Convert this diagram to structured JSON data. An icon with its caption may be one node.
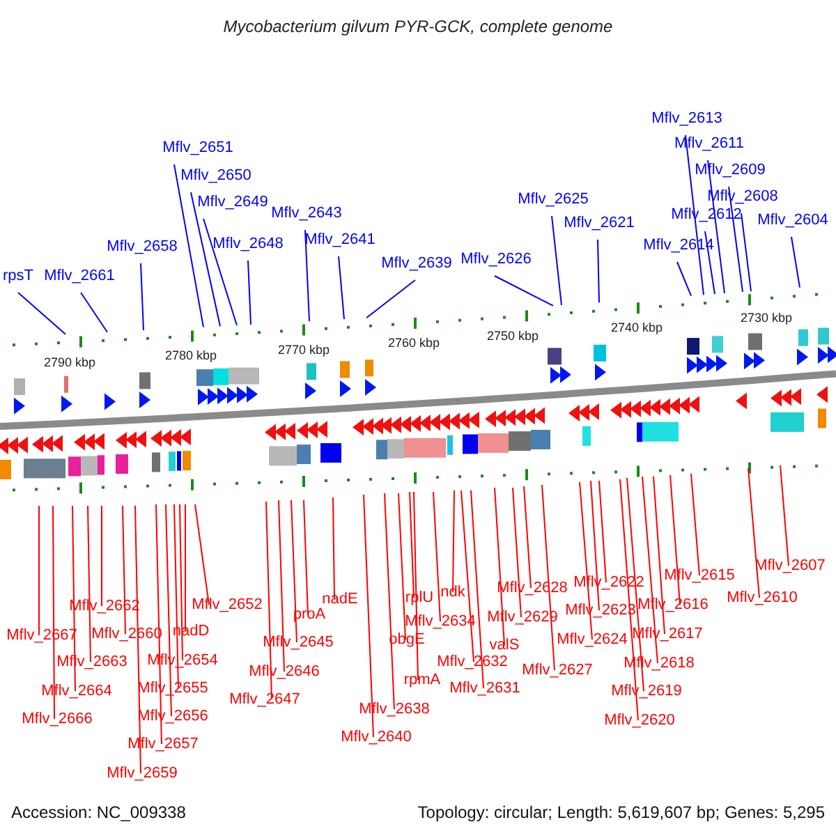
{
  "diagram": {
    "title": "Mycobacterium gilvum PYR-GCK, complete genome",
    "nodes": [
      {
        "text": [
          "rpsT"
        ]
      },
      {
        "text": [
          "Mflv_2661"
        ]
      },
      {
        "text": [
          "Mflv_2658"
        ]
      },
      {
        "text": [
          "Mflv_2651"
        ]
      },
      {
        "text": [
          "Mflv_2650"
        ]
      },
      {
        "text": [
          "Mflv_2649"
        ]
      },
      {
        "text": [
          "Mflv_2648"
        ]
      },
      {
        "text": [
          "Mflv_2643"
        ]
      },
      {
        "text": [
          "Mflv_2641"
        ]
      },
      {
        "text": [
          "Mflv_2639"
        ]
      },
      {
        "text": [
          "Mflv_2626"
        ]
      },
      {
        "text": [
          "Mflv_2625"
        ]
      },
      {
        "text": [
          "Mflv_2621"
        ]
      },
      {
        "text": [
          "Mflv_2614"
        ]
      },
      {
        "text": [
          "Mflv_2613"
        ]
      },
      {
        "text": [
          "Mflv_2612"
        ]
      },
      {
        "text": [
          "Mflv_2611"
        ]
      },
      {
        "text": [
          "Mflv_2609"
        ]
      },
      {
        "text": [
          "Mflv_2608"
        ]
      },
      {
        "text": [
          "Mflv_2604"
        ]
      },
      {
        "text": [
          "Mflv_2667"
        ]
      },
      {
        "text": [
          "Mflv_2666"
        ]
      },
      {
        "text": [
          "Mflv_2664"
        ]
      },
      {
        "text": [
          "Mflv_2663"
        ]
      },
      {
        "text": [
          "Mflv_2662"
        ]
      },
      {
        "text": [
          "Mflv_2660"
        ]
      },
      {
        "text": [
          "Mflv_2659"
        ]
      },
      {
        "text": [
          "Mflv_2657"
        ]
      },
      {
        "text": [
          "Mflv_2656"
        ]
      },
      {
        "text": [
          "Mflv_2655"
        ]
      },
      {
        "text": [
          "Mflv_2654"
        ]
      },
      {
        "text": [
          "nadD"
        ]
      },
      {
        "text": [
          "Mflv_2652"
        ]
      },
      {
        "text": [
          "Mflv_2647"
        ]
      },
      {
        "text": [
          "Mflv_2646"
        ]
      },
      {
        "text": [
          "Mflv_2645"
        ]
      },
      {
        "text": [
          "proA"
        ]
      },
      {
        "text": [
          "nadE"
        ]
      },
      {
        "text": [
          "Mflv_2640"
        ]
      },
      {
        "text": [
          "Mflv_2638"
        ]
      },
      {
        "text": [
          "obgE"
        ]
      },
      {
        "text": [
          "rplU"
        ]
      },
      {
        "text": [
          "rpmA"
        ]
      },
      {
        "text": [
          "Mflv_2634"
        ]
      },
      {
        "text": [
          "ndk"
        ]
      },
      {
        "text": [
          "Mflv_2632"
        ]
      },
      {
        "text": [
          "Mflv_2631"
        ]
      },
      {
        "text": [
          "valS"
        ]
      },
      {
        "text": [
          "Mflv_2629"
        ]
      },
      {
        "text": [
          "Mflv_2628"
        ]
      },
      {
        "text": [
          "Mflv_2627"
        ]
      },
      {
        "text": [
          "Mflv_2624"
        ]
      },
      {
        "text": [
          "Mflv_2623"
        ]
      },
      {
        "text": [
          "Mflv_2622"
        ]
      },
      {
        "text": [
          "Mflv_2620"
        ]
      },
      {
        "text": [
          "Mflv_2619"
        ]
      },
      {
        "text": [
          "Mflv_2618"
        ]
      },
      {
        "text": [
          "Mflv_2617"
        ]
      },
      {
        "text": [
          "Mflv_2616"
        ]
      },
      {
        "text": [
          "Mflv_2615"
        ]
      },
      {
        "text": [
          "Mflv_2610"
        ]
      },
      {
        "text": [
          "Mflv_2607"
        ]
      }
    ],
    "edges": [
      {
        "from": 0,
        "to": null,
        "arrow": "none",
        "color": "#0000ff"
      },
      {
        "from": 1,
        "to": null,
        "arrow": "none",
        "color": "#0000ff"
      },
      {
        "from": 2,
        "to": null,
        "arrow": "none",
        "color": "#0000ff"
      },
      {
        "from": 3,
        "to": null,
        "arrow": "none",
        "color": "#0000ff"
      },
      {
        "from": 4,
        "to": null,
        "arrow": "none",
        "color": "#0000ff"
      },
      {
        "from": 5,
        "to": null,
        "arrow": "none",
        "color": "#0000ff"
      },
      {
        "from": 6,
        "to": null,
        "arrow": "none",
        "color": "#0000ff"
      },
      {
        "from": 7,
        "to": null,
        "arrow": "none",
        "color": "#0000ff"
      },
      {
        "from": 8,
        "to": null,
        "arrow": "none",
        "color": "#0000ff"
      },
      {
        "from": 9,
        "to": null,
        "arrow": "none",
        "color": "#0000ff"
      },
      {
        "from": 10,
        "to": null,
        "arrow": "none",
        "color": "#0000ff"
      },
      {
        "from": 11,
        "to": null,
        "arrow": "none",
        "color": "#0000ff"
      },
      {
        "from": 12,
        "to": null,
        "arrow": "none",
        "color": "#0000ff"
      },
      {
        "from": 13,
        "to": null,
        "arrow": "none",
        "color": "#0000ff"
      },
      {
        "from": 14,
        "to": null,
        "arrow": "none",
        "color": "#0000ff"
      },
      {
        "from": 15,
        "to": null,
        "arrow": "none",
        "color": "#0000ff"
      },
      {
        "from": 16,
        "to": null,
        "arrow": "none",
        "color": "#0000ff"
      },
      {
        "from": 17,
        "to": null,
        "arrow": "none",
        "color": "#0000ff"
      },
      {
        "from": 18,
        "to": null,
        "arrow": "none",
        "color": "#0000ff"
      },
      {
        "from": 19,
        "to": null,
        "arrow": "none",
        "color": "#0000ff"
      },
      {
        "from": 20,
        "to": null,
        "arrow": "none"
      },
      {
        "from": 21,
        "to": null,
        "arrow": "none"
      },
      {
        "from": 22,
        "to": null,
        "arrow": "none"
      },
      {
        "from": 23,
        "to": null,
        "arrow": "none"
      },
      {
        "from": 24,
        "to": null,
        "arrow": "none"
      },
      {
        "from": 25,
        "to": null,
        "arrow": "none"
      },
      {
        "from": 26,
        "to": null,
        "arrow": "none"
      },
      {
        "from": 27,
        "to": null,
        "arrow": "none"
      },
      {
        "from": 28,
        "to": null,
        "arrow": "none"
      },
      {
        "from": 29,
        "to": null,
        "arrow": "none"
      },
      {
        "from": 30,
        "to": null,
        "arrow": "none"
      },
      {
        "from": 31,
        "to": null,
        "arrow": "none"
      },
      {
        "from": 32,
        "to": null,
        "arrow": "none"
      },
      {
        "from": 33,
        "to": null,
        "arrow": "none"
      },
      {
        "from": 34,
        "to": null,
        "arrow": "none"
      },
      {
        "from": 35,
        "to": null,
        "arrow": "none"
      },
      {
        "from": 36,
        "to": null,
        "arrow": "none"
      },
      {
        "from": 37,
        "to": null,
        "arrow": "none"
      },
      {
        "from": 38,
        "to": null,
        "arrow": "none"
      },
      {
        "from": 39,
        "to": null,
        "arrow": "none"
      },
      {
        "from": 40,
        "to": null,
        "arrow": "none"
      },
      {
        "from": 41,
        "to": null,
        "arrow": "none"
      },
      {
        "from": 42,
        "to": null,
        "arrow": "none"
      },
      {
        "from": 43,
        "to": null,
        "arrow": "none"
      },
      {
        "from": 44,
        "to": null,
        "arrow": "none"
      },
      {
        "from": 45,
        "to": null,
        "arrow": "none"
      },
      {
        "from": 46,
        "to": null,
        "arrow": "none"
      },
      {
        "from": 47,
        "to": null,
        "arrow": "none"
      },
      {
        "from": 48,
        "to": null,
        "arrow": "none"
      },
      {
        "from": 49,
        "to": null,
        "arrow": "none"
      },
      {
        "from": 50,
        "to": null,
        "arrow": "none"
      },
      {
        "from": 51,
        "to": null,
        "arrow": "none"
      },
      {
        "from": 52,
        "to": null,
        "arrow": "none"
      },
      {
        "from": 53,
        "to": null,
        "arrow": "none"
      },
      {
        "from": 54,
        "to": null,
        "arrow": "none"
      },
      {
        "from": 55,
        "to": null,
        "arrow": "none"
      },
      {
        "from": 56,
        "to": null,
        "arrow": "none"
      },
      {
        "from": 57,
        "to": null,
        "arrow": "none"
      },
      {
        "from": 58,
        "to": null,
        "arrow": "none"
      },
      {
        "from": 59,
        "to": null,
        "arrow": "none"
      },
      {
        "from": 60,
        "to": null,
        "arrow": "none"
      },
      {
        "from": 61,
        "to": null,
        "arrow": "none"
      }
    ],
    "labels": [
      "2790 kbp",
      "2780 kbp",
      "2770 kbp",
      "2760 kbp",
      "2750 kbp",
      "2740 kbp",
      "2730 kbp",
      "Accession: NC_009338",
      "Topology: circular; Length: 5,619,607 bp; Genes: 5,295"
    ]
  }
}
